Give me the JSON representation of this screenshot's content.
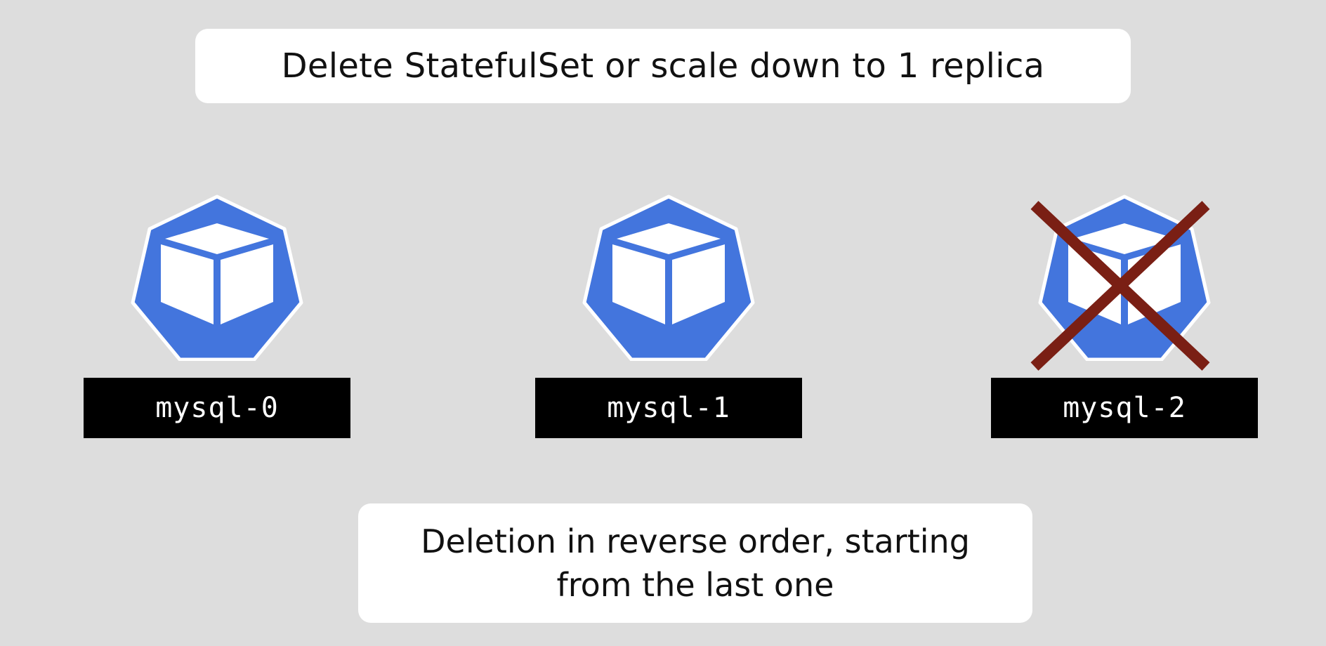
{
  "title": "Delete StatefulSet or scale down to 1 replica",
  "note": "Deletion in reverse order, starting from the last one",
  "colors": {
    "pod_blue": "#4375dd",
    "label_bg": "#000000",
    "cross": "#7a1f14"
  },
  "pods": [
    {
      "name": "mysql-0",
      "icon": "pod-cube-icon",
      "deleted": false
    },
    {
      "name": "mysql-1",
      "icon": "pod-cube-icon",
      "deleted": false
    },
    {
      "name": "mysql-2",
      "icon": "pod-cube-icon",
      "deleted": true
    }
  ]
}
